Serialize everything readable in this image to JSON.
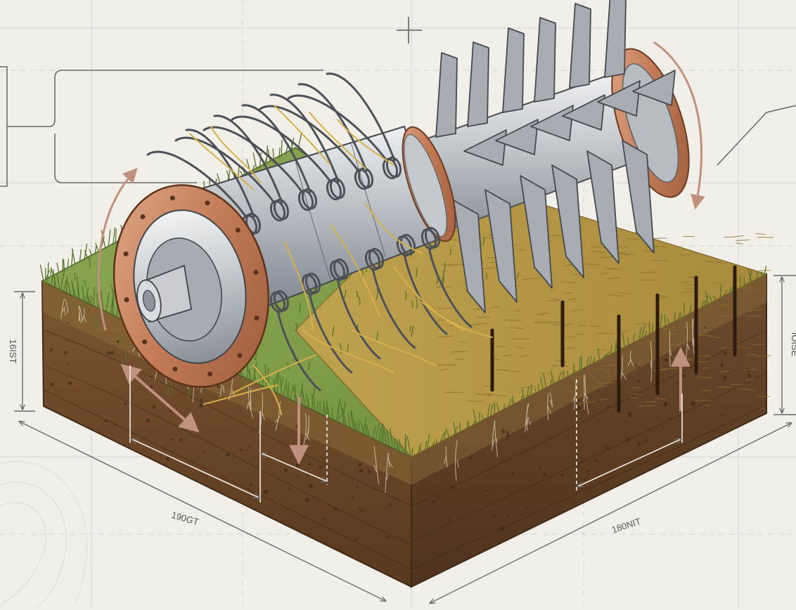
{
  "diagram": {
    "labels": {
      "left_height": "16IST",
      "right_height": "IOISE",
      "bottom_left_length": "190GT",
      "bottom_right_length": "180NIT"
    },
    "components": [
      "roller-axle-hub",
      "copper-end-flange",
      "steel-drum",
      "spring-tine-rake",
      "slicing-blade-section",
      "grass-turf-block",
      "soil-cross-section",
      "cut-slits",
      "dimension-lines",
      "rotation-arrows",
      "blueprint-grid"
    ],
    "colors": {
      "background": "#f1efe7",
      "grid": "#cfd3d6",
      "steel": "#b9bec4",
      "copper": "#c7835f",
      "grass": "#7f9b45",
      "thatch": "#c9a548",
      "soil": "#6f4a2c",
      "arrow": "#b98b77",
      "ink": "#4a4a4a"
    }
  }
}
